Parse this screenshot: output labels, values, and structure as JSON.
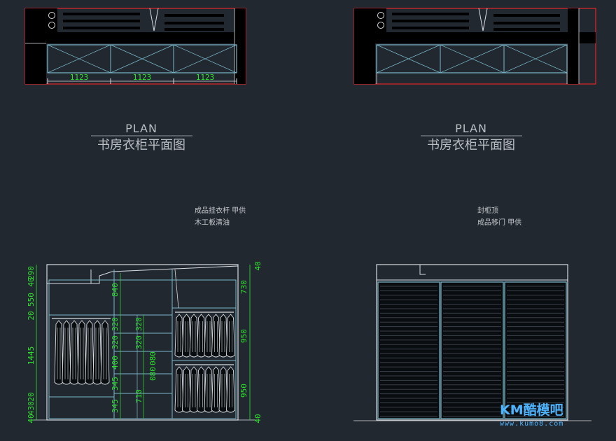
{
  "titles": {
    "left": {
      "en": "PLAN",
      "cn": "书房衣柜平面图"
    },
    "right": {
      "en": "PLAN",
      "cn": "书房衣柜平面图"
    }
  },
  "plan_dims": [
    "1123",
    "1123",
    "1123"
  ],
  "notes": {
    "left": [
      "成品挂衣杆 甲供",
      "木工板清油"
    ],
    "right": [
      "封柜顶",
      "成品移门 甲供"
    ]
  },
  "elev_dims": {
    "left": [
      "290",
      "40",
      "550",
      "20",
      "1445",
      "20",
      "430",
      "40"
    ],
    "right": [
      "40",
      "730",
      "950",
      "950",
      "40"
    ],
    "mid_left": [
      "840",
      "320",
      "320",
      "400",
      "345",
      "345"
    ],
    "mid_right": [
      "320",
      "320",
      "080",
      "080",
      "710"
    ]
  },
  "watermark": {
    "brand": "KM酷模吧",
    "url": "www.kumo8.com"
  },
  "colors": {
    "background": "#212830",
    "wall": "#000000",
    "outline": "#d8dde2",
    "cabinet": "#7ab8c8",
    "dimension": "#2fe22f",
    "frame": "#e0262a",
    "text": "#c4c8cc"
  }
}
